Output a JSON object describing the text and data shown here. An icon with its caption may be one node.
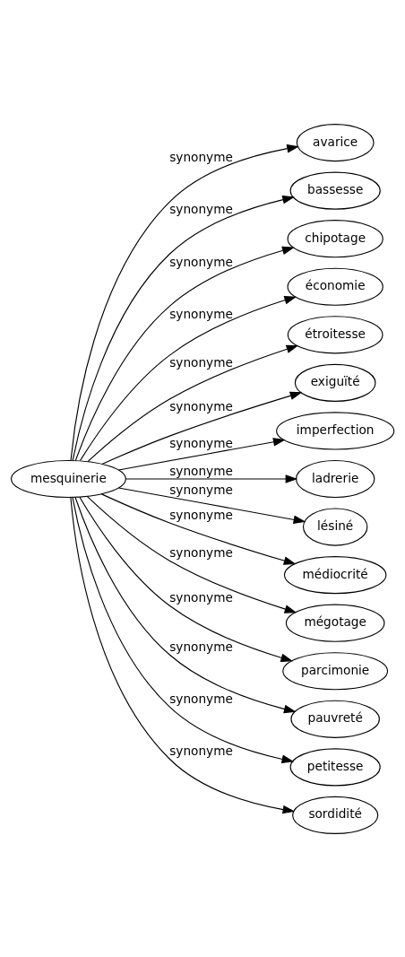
{
  "diagram": {
    "nodes": [
      {
        "text": [
          "mesquinerie"
        ]
      },
      {
        "text": [
          "avarice"
        ]
      },
      {
        "text": [
          "bassesse"
        ]
      },
      {
        "text": [
          "chipotage"
        ]
      },
      {
        "text": [
          "économie"
        ]
      },
      {
        "text": [
          "étroitesse"
        ]
      },
      {
        "text": [
          "exiguïté"
        ]
      },
      {
        "text": [
          "imperfection"
        ]
      },
      {
        "text": [
          "ladrerie"
        ]
      },
      {
        "text": [
          "lésiné"
        ]
      },
      {
        "text": [
          "médiocrité"
        ]
      },
      {
        "text": [
          "mégotage"
        ]
      },
      {
        "text": [
          "parcimonie"
        ]
      },
      {
        "text": [
          "pauvreté"
        ]
      },
      {
        "text": [
          "petitesse"
        ]
      },
      {
        "text": [
          "sordidité"
        ]
      }
    ],
    "edges": [
      {
        "from": 0,
        "to": 1,
        "arrow": "to",
        "label": "synonyme"
      },
      {
        "from": 0,
        "to": 2,
        "arrow": "to",
        "label": "synonyme"
      },
      {
        "from": 0,
        "to": 3,
        "arrow": "to",
        "label": "synonyme"
      },
      {
        "from": 0,
        "to": 4,
        "arrow": "to",
        "label": "synonyme"
      },
      {
        "from": 0,
        "to": 5,
        "arrow": "to",
        "label": "synonyme"
      },
      {
        "from": 0,
        "to": 6,
        "arrow": "to",
        "label": "synonyme"
      },
      {
        "from": 0,
        "to": 7,
        "arrow": "to",
        "label": "synonyme"
      },
      {
        "from": 0,
        "to": 8,
        "arrow": "to",
        "label": "synonyme"
      },
      {
        "from": 0,
        "to": 9,
        "arrow": "to",
        "label": "synonyme"
      },
      {
        "from": 0,
        "to": 10,
        "arrow": "to",
        "label": "synonyme"
      },
      {
        "from": 0,
        "to": 11,
        "arrow": "to",
        "label": "synonyme"
      },
      {
        "from": 0,
        "to": 12,
        "arrow": "to",
        "label": "synonyme"
      },
      {
        "from": 0,
        "to": 13,
        "arrow": "to",
        "label": "synonyme"
      },
      {
        "from": 0,
        "to": 14,
        "arrow": "to",
        "label": "synonyme"
      },
      {
        "from": 0,
        "to": 15,
        "arrow": "to",
        "label": "synonyme"
      }
    ]
  }
}
